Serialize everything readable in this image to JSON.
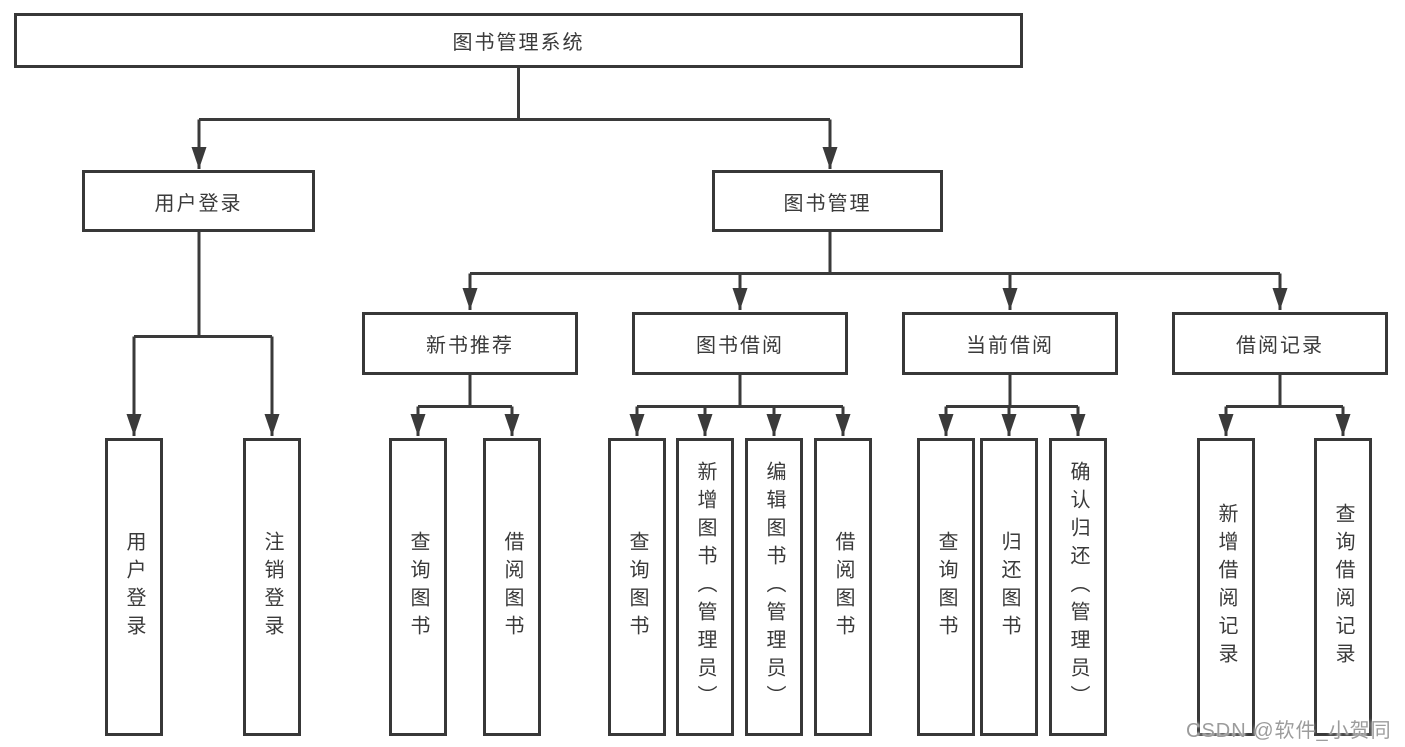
{
  "tree": {
    "label": "图书管理系统",
    "children": [
      {
        "label": "用户登录",
        "children": [
          {
            "label": "用户登录"
          },
          {
            "label": "注销登录"
          }
        ]
      },
      {
        "label": "图书管理",
        "children": [
          {
            "label": "新书推荐",
            "children": [
              {
                "label": "查询图书"
              },
              {
                "label": "借阅图书"
              }
            ]
          },
          {
            "label": "图书借阅",
            "children": [
              {
                "label": "查询图书"
              },
              {
                "label": "新增图书（管理员）"
              },
              {
                "label": "编辑图书（管理员）"
              },
              {
                "label": "借阅图书"
              }
            ]
          },
          {
            "label": "当前借阅",
            "children": [
              {
                "label": "查询图书"
              },
              {
                "label": "归还图书"
              },
              {
                "label": "确认归还（管理员）"
              }
            ]
          },
          {
            "label": "借阅记录",
            "children": [
              {
                "label": "新增借阅记录"
              },
              {
                "label": "查询借阅记录"
              }
            ]
          }
        ]
      }
    ]
  },
  "watermark": {
    "text": "CSDN @软件_小贺同学"
  },
  "colors": {
    "line": "#3a3a3a",
    "node_border": "#383838",
    "node_text": "#3a3a3a",
    "node_background": "#ffffff",
    "page_background": "#ffffff",
    "watermark_text": "#9c9c9c"
  }
}
